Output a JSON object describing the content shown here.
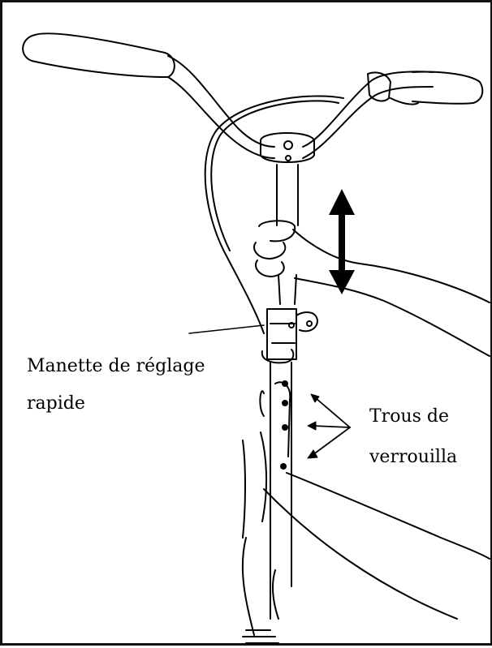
{
  "labels": {
    "adjust_lever_line1": "Manette de réglage",
    "adjust_lever_line2": "rapide",
    "lock_holes_line1": "Trous de",
    "lock_holes_line2": "verrouilla"
  },
  "colors": {
    "ink": "#000000",
    "background": "#ffffff"
  }
}
